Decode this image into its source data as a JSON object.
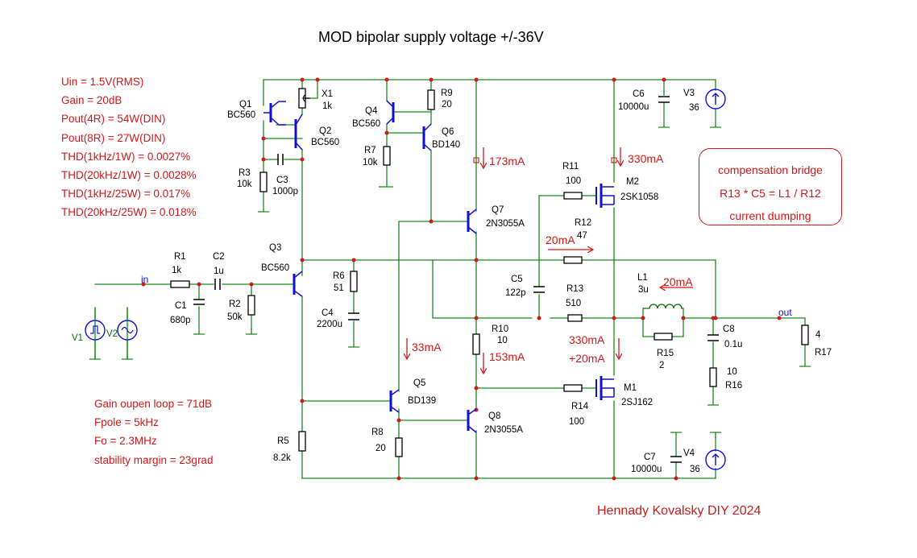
{
  "title": "MOD  bipolar supply voltage +/-36V",
  "specs": [
    "Uin = 1.5V(RMS)",
    "Gain = 20dB",
    "Pout(4R) = 54W(DIN)",
    "Pout(8R) = 27W(DIN)",
    "THD(1kHz/1W) = 0.0027%",
    "THD(20kHz/1W) = 0.0028%",
    "THD(1kHz/25W) = 0.017%",
    "THD(20kHz/25W) = 0.018%"
  ],
  "stability": [
    "Gain oupen loop = 71dB",
    "Fpole = 5kHz",
    "Fo = 2.3MHz",
    "stability margin = 23grad"
  ],
  "bridge": [
    "compensation bridge",
    "R13 * C5 = L1 / R12",
    "current dumping"
  ],
  "credit": "Hennady Kovalsky DIY 2024",
  "colors": {
    "wire": "#1a8a1a",
    "device": "#1010d0",
    "label": "#000000",
    "annotation": "#d01818"
  },
  "labels": {
    "Q1": [
      "Q1",
      "BC560"
    ],
    "Q2": [
      "Q2",
      "BC560"
    ],
    "Q3": [
      "Q3",
      "BC560"
    ],
    "Q4": [
      "Q4",
      "BC560"
    ],
    "Q5": [
      "Q5",
      "BD139"
    ],
    "Q6": [
      "Q6",
      "BD140"
    ],
    "Q7": [
      "Q7",
      "2N3055A"
    ],
    "Q8": [
      "Q8",
      "2N3055A"
    ],
    "M1": [
      "M1",
      "2SJ162"
    ],
    "M2": [
      "M2",
      "2SK1058"
    ],
    "X1": [
      "X1",
      "1k"
    ],
    "R1": [
      "R1",
      "1k"
    ],
    "R2": [
      "R2",
      "50k"
    ],
    "R3": [
      "R3",
      "10k"
    ],
    "R5": [
      "R5",
      "8.2k"
    ],
    "R6": [
      "R6",
      "51"
    ],
    "R7": [
      "R7",
      "10k"
    ],
    "R8": [
      "R8",
      "20"
    ],
    "R9": [
      "R9",
      "20"
    ],
    "R10": [
      "R10",
      "10"
    ],
    "R11": [
      "R11",
      "100"
    ],
    "R12": [
      "R12",
      "47"
    ],
    "R13": [
      "R13",
      "510"
    ],
    "R14": [
      "R14",
      "100"
    ],
    "R15": [
      "R15",
      "2"
    ],
    "R16": [
      "10",
      "R16"
    ],
    "R17": [
      "4",
      "R17"
    ],
    "C1": [
      "C1",
      "680p"
    ],
    "C2": [
      "C2",
      "1u"
    ],
    "C3": [
      "C3",
      "1000p"
    ],
    "C4": [
      "C4",
      "2200u"
    ],
    "C5": [
      "C5",
      "122p"
    ],
    "C6": [
      "C6",
      "10000u"
    ],
    "C7": [
      "C7",
      "10000u"
    ],
    "C8": [
      "C8",
      "0.1u"
    ],
    "L1": [
      "L1",
      "3u"
    ],
    "V1": "V1",
    "V2": "V2",
    "V3": [
      "V3",
      "36"
    ],
    "V4": [
      "V4",
      "36"
    ]
  },
  "nets": {
    "in": "in",
    "out": "out"
  },
  "currents": {
    "q7": "173mA",
    "m2": "330mA",
    "r12": "20mA",
    "l1": "20mA",
    "q5": "33mA",
    "q8": "153mA",
    "m1_a": "330mA",
    "m1_b": "+20mA"
  }
}
